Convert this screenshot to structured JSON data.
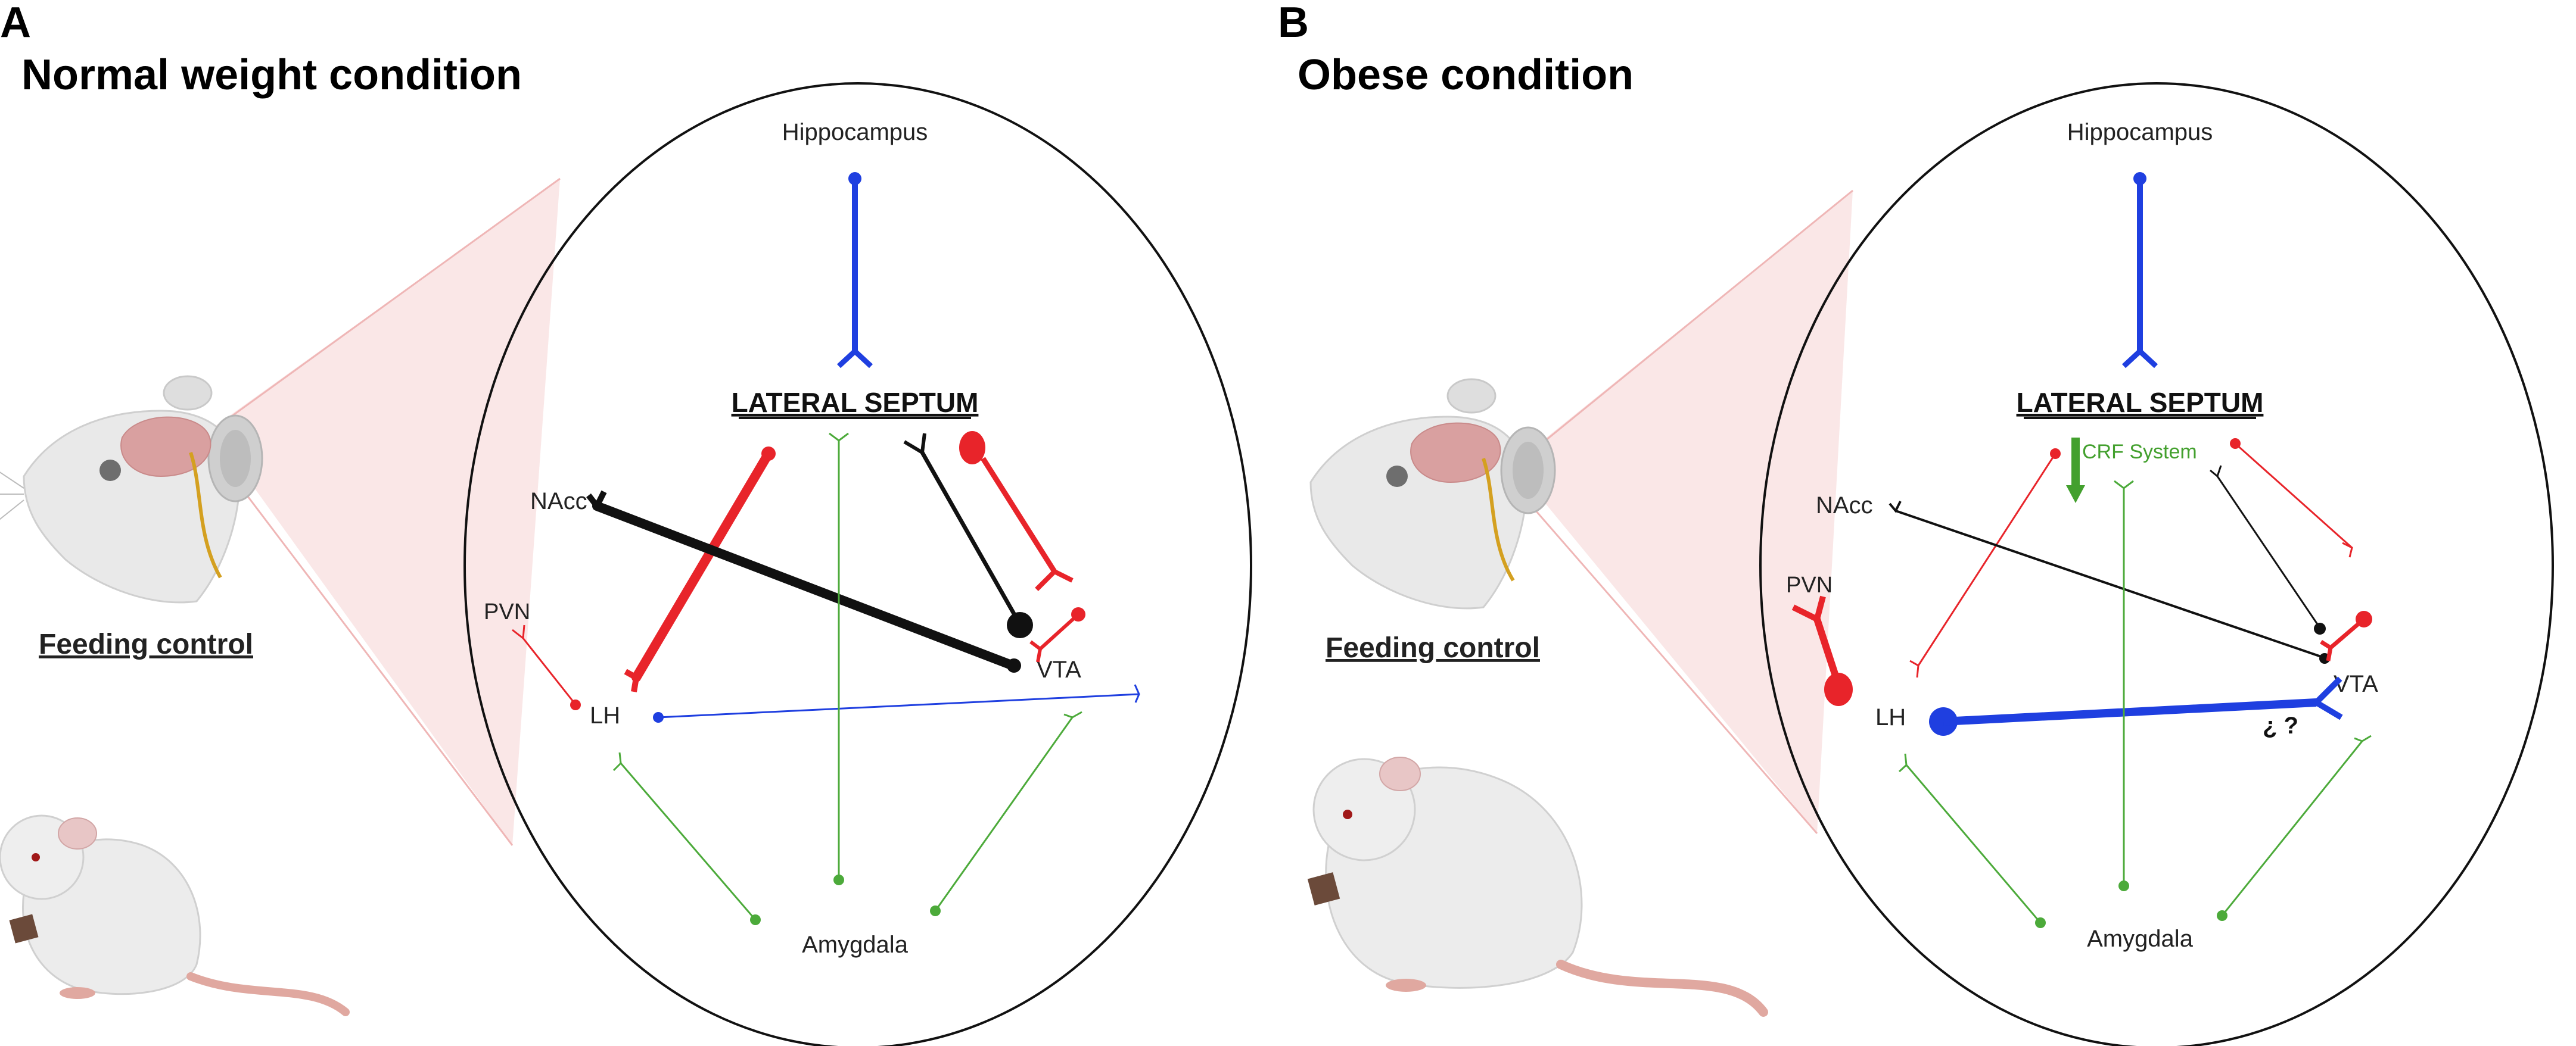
{
  "panel_a": {
    "letter": "A",
    "title": "Normal weight condition",
    "feeding_label": "Feeding control",
    "regions": {
      "hippocampus": "Hippocampus",
      "lateral_septum": "LATERAL SEPTUM",
      "nacc": "NAcc",
      "pvn": "PVN",
      "lh": "LH",
      "vta": "VTA",
      "amygdala": "Amygdala"
    }
  },
  "panel_b": {
    "letter": "B",
    "title": "Obese condition",
    "feeding_label": "Feeding control",
    "crf_label": "CRF System",
    "unknown_mark": "¿ ?",
    "regions": {
      "hippocampus": "Hippocampus",
      "lateral_septum": "LATERAL SEPTUM",
      "nacc": "NAcc",
      "pvn": "PVN",
      "lh": "LH",
      "vta": "VTA",
      "amygdala": "Amygdala"
    }
  },
  "colors": {
    "hippocampus_projection": "#1f3fe0",
    "lh_projection": "#e8242a",
    "nacc_projection": "#111111",
    "amygdala_projection": "#4caa3a",
    "crf_arrow": "#43a02e",
    "magnifier_cone": "#f4cccc"
  }
}
